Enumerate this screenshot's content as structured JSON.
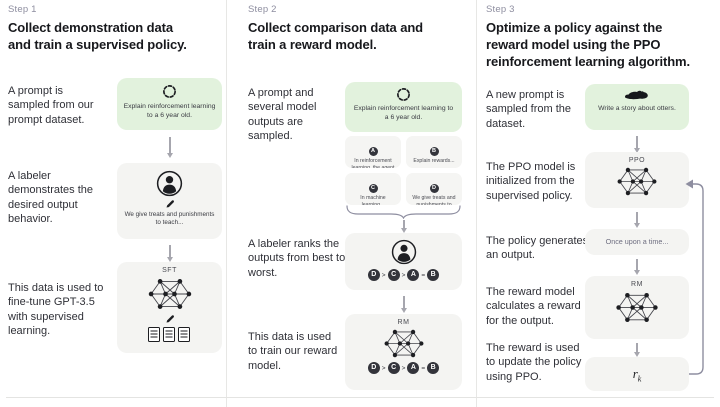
{
  "colors": {
    "prompt_box_green": "#e2f2dd",
    "process_box_gray": "#f4f4f2",
    "heading_text": "#17181c",
    "muted_text": "#8e8ea0",
    "rank_circle": "#33343b"
  },
  "steps": [
    {
      "label": "Step 1",
      "heading": "Collect demonstration data and train a supervised policy.",
      "captions": [
        "A prompt is sampled from our prompt dataset.",
        "A labeler demonstrates the desired output behavior.",
        "This data is used to fine-tune GPT-3.5 with supervised learning."
      ],
      "prompt_box": {
        "icon": "refresh-cycle-icon",
        "text": "Explain reinforcement learning to a 6 year old."
      },
      "labeler_box": {
        "icon": "person-icon",
        "pencil_icon": "pencil-icon",
        "text": "We give treats and punishments to teach..."
      },
      "model_box": {
        "label": "SFT",
        "icons": [
          "neural-network-icon",
          "pencil-icon",
          "documents-icon"
        ]
      }
    },
    {
      "label": "Step 2",
      "heading": "Collect comparison data and train a reward model.",
      "captions": [
        "A prompt and several model outputs are sampled.",
        "A labeler ranks the outputs from best to worst.",
        "This data is used to train our reward model."
      ],
      "prompt_box": {
        "icon": "refresh-cycle-icon",
        "text": "Explain reinforcement learning to a 6 year old."
      },
      "answers": [
        {
          "letter": "A",
          "text": "In reinforcement learning, the agent is..."
        },
        {
          "letter": "B",
          "text": "Explain rewards..."
        },
        {
          "letter": "C",
          "text": "In machine learning..."
        },
        {
          "letter": "D",
          "text": "We give treats and punishments to teach..."
        }
      ],
      "ranking": {
        "letters": [
          "D",
          "C",
          "A",
          "B"
        ],
        "separators": [
          ">",
          ">",
          "="
        ]
      },
      "labeler_box": {
        "icon": "person-icon"
      },
      "model_box": {
        "label": "RM",
        "icons": [
          "neural-network-icon"
        ]
      }
    },
    {
      "label": "Step 3",
      "heading": "Optimize a policy against the reward model using the PPO reinforcement learning algorithm.",
      "captions": [
        "A new prompt is sampled from the dataset.",
        "The PPO model is initialized from the supervised policy.",
        "The policy generates an output.",
        "The reward model calculates a reward for the output.",
        "The reward is used to update the policy using PPO."
      ],
      "prompt_box": {
        "icon": "otter-icon",
        "text": "Write a story about otters."
      },
      "ppo_box": {
        "label": "PPO",
        "icons": [
          "neural-network-icon"
        ]
      },
      "output_box": {
        "text": "Once upon a time..."
      },
      "rm_box": {
        "label": "RM",
        "icons": [
          "neural-network-icon"
        ]
      },
      "reward_box": {
        "base": "r",
        "subscript": "k"
      }
    }
  ]
}
